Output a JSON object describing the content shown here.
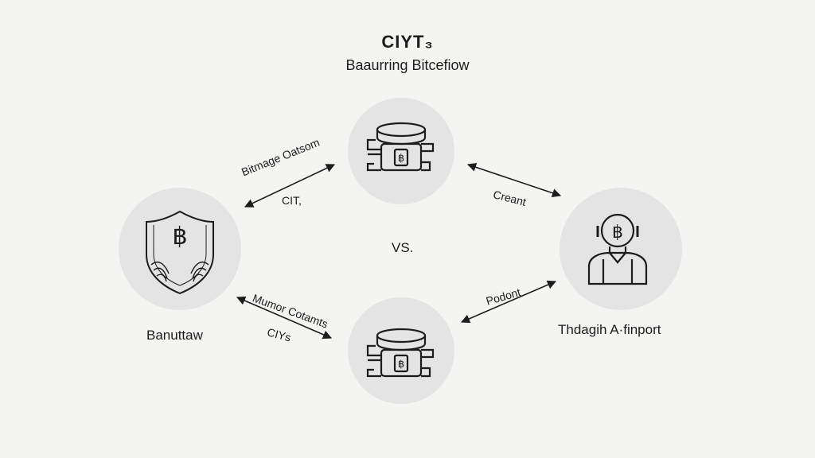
{
  "header": {
    "title": "CIYT₃",
    "subtitle": "Baaurring Bitcefiow"
  },
  "center_text": "VS.",
  "nodes": {
    "left": {
      "label": "Banuttaw",
      "icon": "shield-bitcoin-icon"
    },
    "top": {
      "label": "",
      "icon": "hardware-wallet-icon"
    },
    "bottom": {
      "label": "",
      "icon": "hardware-wallet-icon"
    },
    "right": {
      "label": "Thdagih A·finport",
      "icon": "person-bitcoin-icon"
    }
  },
  "edges": {
    "top_left": {
      "line1": "Bitmage Oatsom",
      "line2": "CIT,"
    },
    "top_right": {
      "line1": "Creant"
    },
    "bottom_left": {
      "line1": "Mumor Cotamts",
      "line2": "CIYs"
    },
    "bottom_right": {
      "line1": "Podont"
    }
  },
  "colors": {
    "background": "#f4f4f3",
    "circle_fill": "#e4e4e4",
    "stroke": "#1c1c1c"
  }
}
